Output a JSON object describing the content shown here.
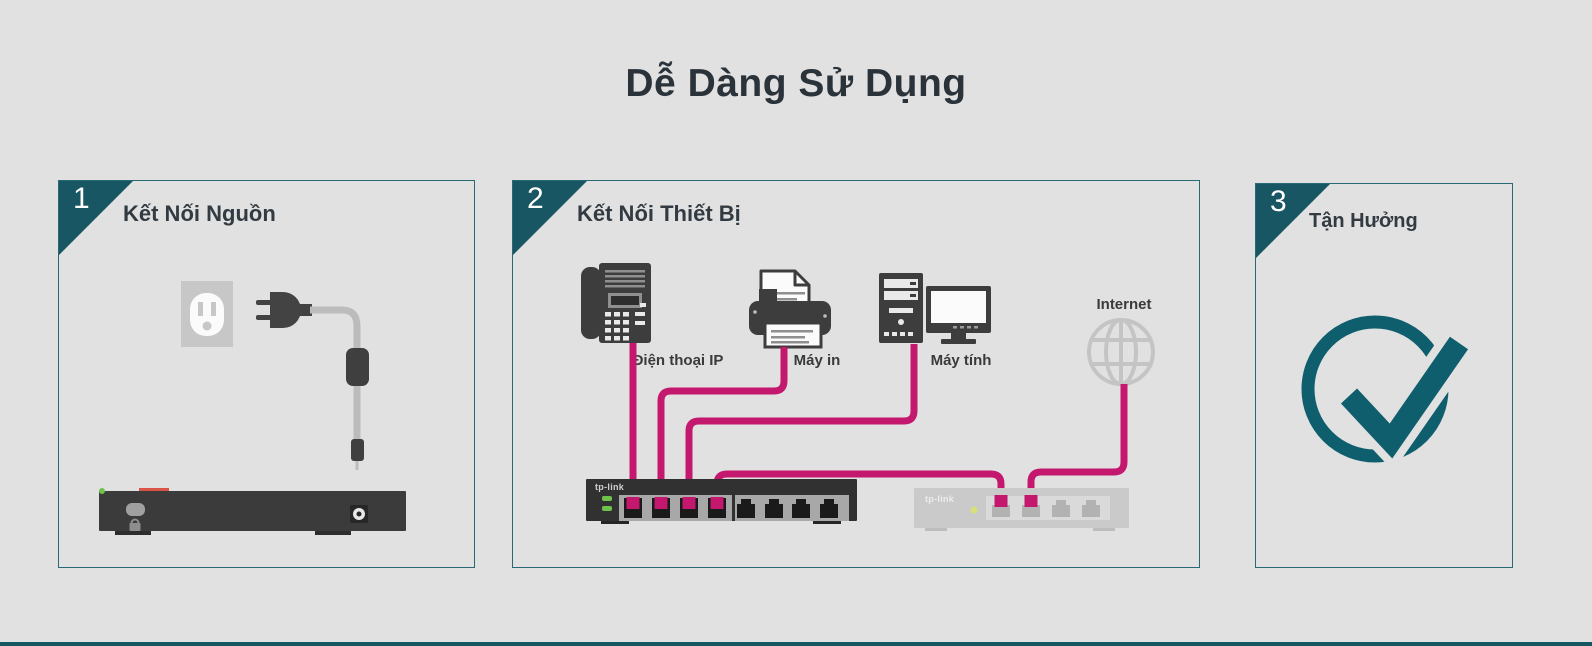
{
  "title": "Dễ Dàng Sử Dụng",
  "steps": [
    {
      "number": "1",
      "title": "Kết Nối Nguồn"
    },
    {
      "number": "2",
      "title": "Kết Nối Thiết Bị"
    },
    {
      "number": "3",
      "title": "Tận Hưởng"
    }
  ],
  "step2": {
    "device_labels": {
      "ip_phone": "Điện thoại IP",
      "printer": "Máy in",
      "computer": "Máy tính",
      "internet": "Internet"
    },
    "switch_brand": "tp-link",
    "router_brand": "tp-link"
  },
  "colors": {
    "background": "#e1e1e1",
    "teal_accent": "#175662",
    "check_teal": "#0e5e6d",
    "cable_magenta": "#c3186d",
    "icon_dark": "#3d3d3d",
    "icon_light_gray": "#c6c6c6"
  }
}
